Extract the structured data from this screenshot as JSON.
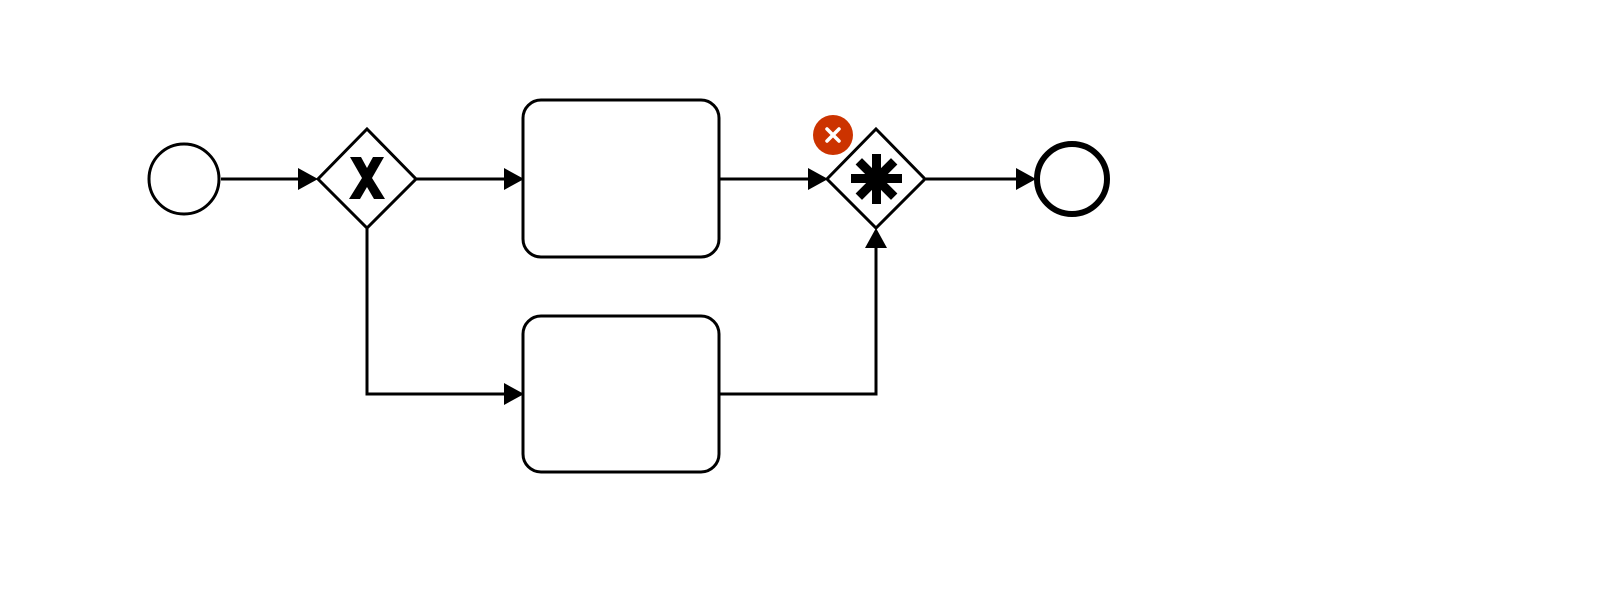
{
  "diagram": {
    "type": "bpmn-process",
    "elements": [
      {
        "id": "start-event",
        "kind": "start-event"
      },
      {
        "id": "exclusive-gateway",
        "kind": "exclusive-gateway",
        "marker": "X"
      },
      {
        "id": "task-upper",
        "kind": "task",
        "label": ""
      },
      {
        "id": "task-lower",
        "kind": "task",
        "label": ""
      },
      {
        "id": "complex-gateway",
        "kind": "complex-gateway",
        "marker": "asterisk"
      },
      {
        "id": "end-event",
        "kind": "end-event"
      }
    ],
    "flows": [
      {
        "from": "start-event",
        "to": "exclusive-gateway"
      },
      {
        "from": "exclusive-gateway",
        "to": "task-upper"
      },
      {
        "from": "exclusive-gateway",
        "to": "task-lower"
      },
      {
        "from": "task-upper",
        "to": "complex-gateway"
      },
      {
        "from": "task-lower",
        "to": "complex-gateway"
      },
      {
        "from": "complex-gateway",
        "to": "end-event"
      }
    ],
    "error_badge": {
      "attached_to": "complex-gateway",
      "icon": "error-icon",
      "color": "#cc3300"
    }
  },
  "colors": {
    "stroke": "#000000",
    "background": "#ffffff",
    "error": "#cc3300"
  }
}
